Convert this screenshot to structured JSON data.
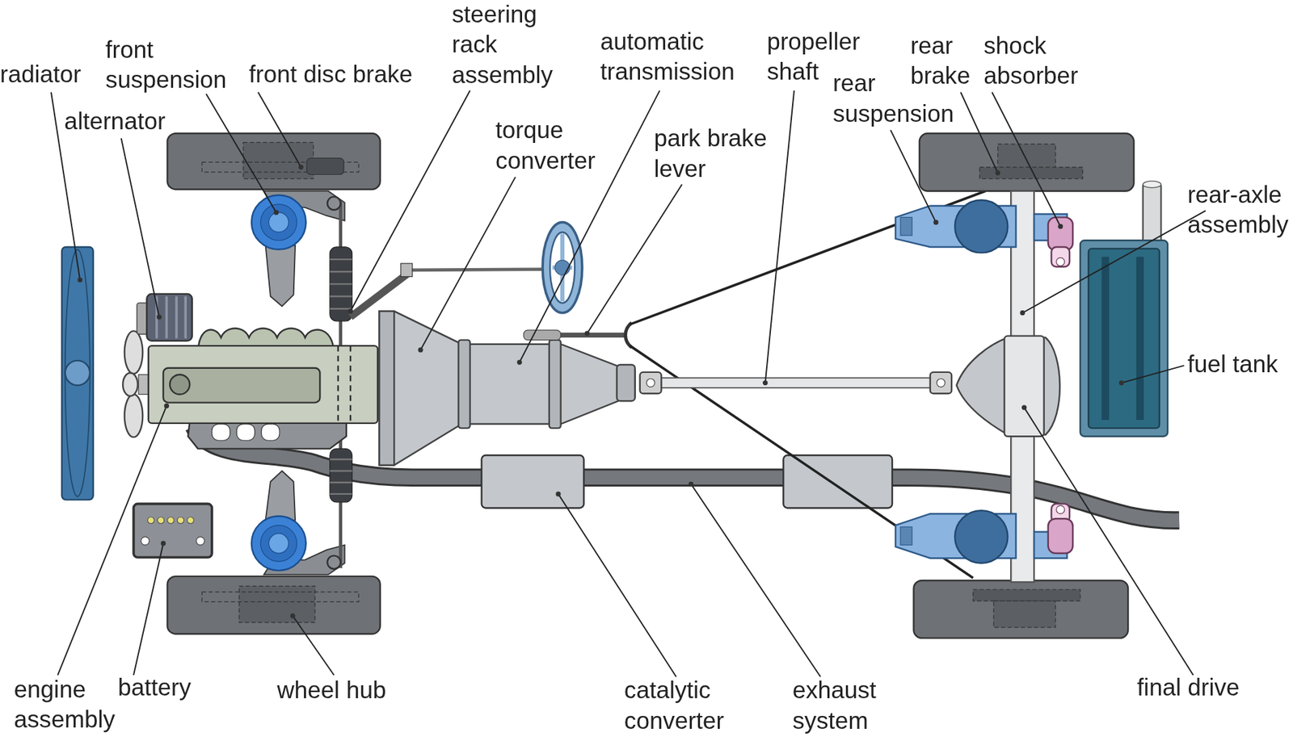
{
  "diagram": {
    "labels": [
      "radiator",
      "front suspension",
      "front disc brake",
      "steering rack assembly",
      "automatic transmission",
      "propeller shaft",
      "rear brake",
      "shock absorber",
      "alternator",
      "torque converter",
      "rear suspension",
      "park brake lever",
      "rear-axle assembly",
      "fuel tank",
      "engine assembly",
      "battery",
      "wheel hub",
      "catalytic converter",
      "exhaust system",
      "final drive"
    ]
  }
}
